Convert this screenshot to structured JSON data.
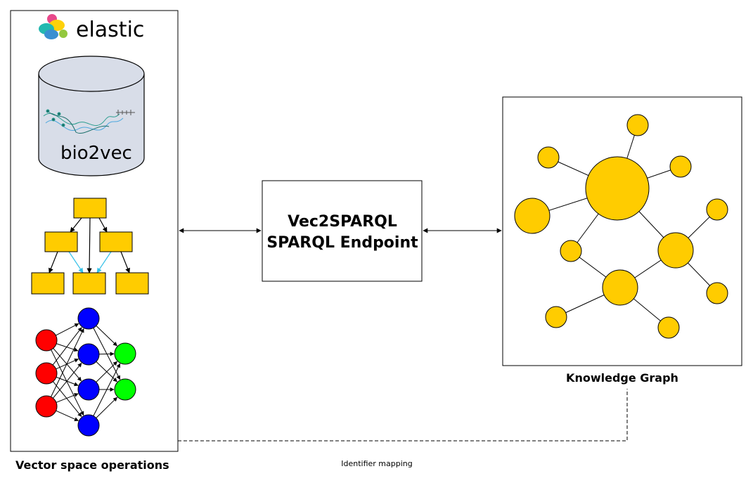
{
  "left_panel": {
    "caption": "Vector space operations",
    "logo_text": "elastic",
    "db_text": "bio2vec"
  },
  "center_box": {
    "line1": "Vec2SPARQL",
    "line2": "SPARQL Endpoint"
  },
  "right_panel": {
    "caption": "Knowledge Graph"
  },
  "mapping_label": "Identifier mapping",
  "colors": {
    "tree_node": "#ffcc00",
    "kg_node": "#ffcc00",
    "nn_input": "#ff0000",
    "nn_hidden": "#0000ff",
    "nn_output": "#00ff00",
    "cyan_edge": "#33c0e8",
    "db_fill": "#d8dde8",
    "elastic_pink": "#e8488a",
    "elastic_teal": "#24b8b0",
    "elastic_yellow": "#fed10a",
    "elastic_blue": "#3ebeb0"
  }
}
